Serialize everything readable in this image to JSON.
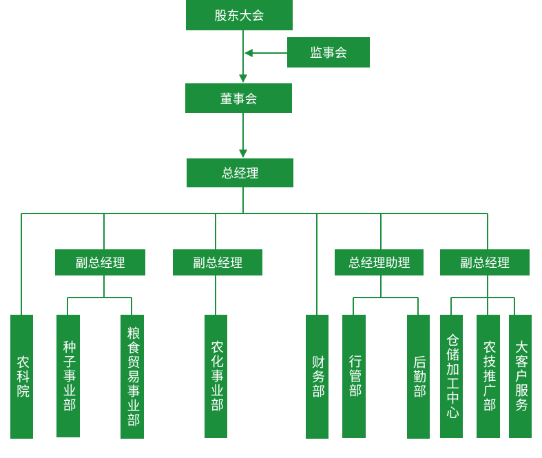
{
  "colors": {
    "box": "#1b8f3c",
    "line": "#1b8f3c",
    "text": "#ffffff"
  },
  "nodes": {
    "shareholders": "股东大会",
    "supervisors": "监事会",
    "board": "董事会",
    "gm": "总经理",
    "vp1": "副总经理",
    "vp2": "副总经理",
    "gm_assistant": "总经理助理",
    "vp3": "副总经理"
  },
  "departments": {
    "agri_institute": "农科院",
    "seed_division": "种子事业部",
    "grain_trade_division": "粮食贸易事业部",
    "agrochem_division": "农化事业部",
    "finance_dept": "财务部",
    "admin_dept": "行管部",
    "logistics_dept": "后勤部",
    "storage_center": "仓储加工中心",
    "tech_promotion_dept": "农技推广部",
    "key_account_service": "大客户服务"
  }
}
